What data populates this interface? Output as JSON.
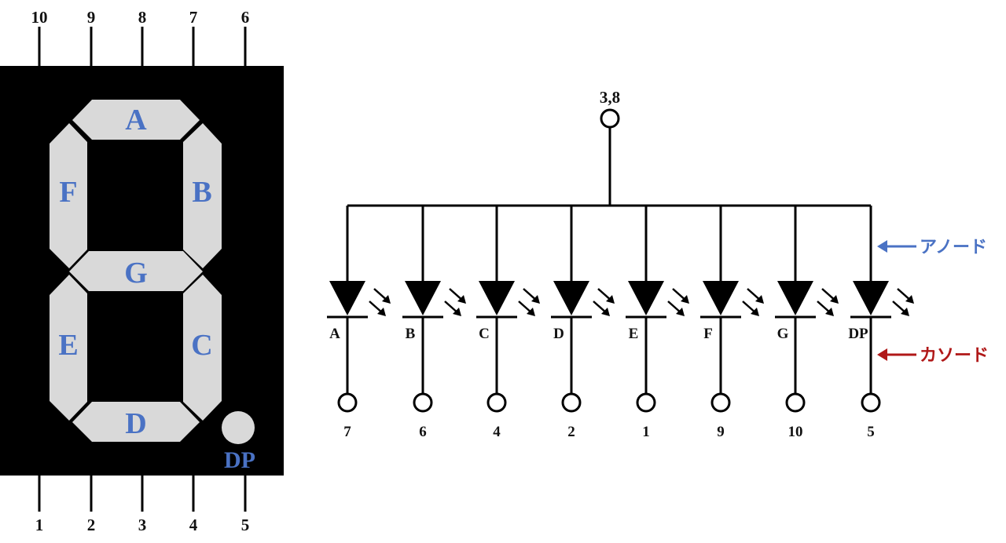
{
  "colors": {
    "body": "#000000",
    "segment": "#d9d9d9",
    "label_blue": "#4a72c4",
    "anode_arrow": "#4a72c4",
    "cathode_arrow": "#b01818",
    "wire": "#000000"
  },
  "display": {
    "top_pins": [
      "10",
      "9",
      "8",
      "7",
      "6"
    ],
    "bottom_pins": [
      "1",
      "2",
      "3",
      "4",
      "5"
    ],
    "segments": {
      "a": "A",
      "b": "B",
      "c": "C",
      "d": "D",
      "e": "E",
      "f": "F",
      "g": "G",
      "dp": "DP"
    }
  },
  "circuit": {
    "common_pin": "3,8",
    "anode_label": "アノード",
    "cathode_label": "カソード",
    "leds": [
      {
        "segment": "A",
        "pin": "7"
      },
      {
        "segment": "B",
        "pin": "6"
      },
      {
        "segment": "C",
        "pin": "4"
      },
      {
        "segment": "D",
        "pin": "2"
      },
      {
        "segment": "E",
        "pin": "1"
      },
      {
        "segment": "F",
        "pin": "9"
      },
      {
        "segment": "G",
        "pin": "10"
      },
      {
        "segment": "DP",
        "pin": "5"
      }
    ]
  }
}
